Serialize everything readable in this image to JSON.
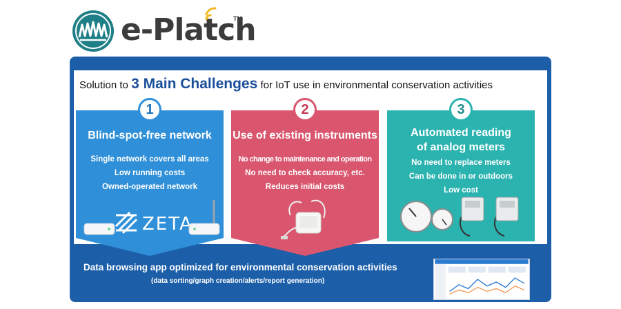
{
  "logo": {
    "brand": "e-Platch",
    "tm": "TM",
    "mark_color": "#1f7f86",
    "text_color": "#3c3c3c",
    "signal_color": "#f2b81c"
  },
  "headline": {
    "prefix": "Solution to ",
    "emphasis": "3 Main Challenges",
    "suffix": " for IoT use in environmental conservation activities"
  },
  "cards": [
    {
      "number": "1",
      "title": "Blind-spot-free network",
      "color": "#2f8fd8",
      "points": [
        "Single network covers all areas",
        "Low running costs",
        "Owned-operated network"
      ],
      "illustration_text": "ZETA"
    },
    {
      "number": "2",
      "title": "Use of existing instruments",
      "color": "#d9566e",
      "points": [
        "No change to maintenance and operation",
        "No need to check accuracy, etc.",
        "Reduces initial costs"
      ]
    },
    {
      "number": "3",
      "title_lines": [
        "Automated reading",
        "of analog meters"
      ],
      "color": "#2bb3b0",
      "points": [
        "No need to replace meters",
        "Can be done in or outdoors",
        "Low cost"
      ]
    }
  ],
  "bottom": {
    "title": "Data browsing app optimized for environmental conservation activities",
    "subtitle": "(data sorting/graph creation/alerts/report generation)"
  },
  "colors": {
    "panel": "#1c5fa8",
    "headline_emphasis": "#1b4f9a"
  }
}
